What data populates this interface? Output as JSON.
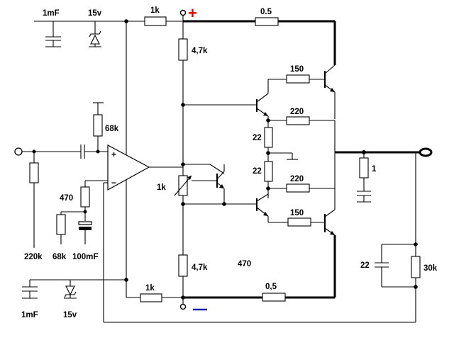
{
  "labels": {
    "cap_1mf_top": "1mF",
    "zener_15v_top": "15v",
    "res_1k_top": "1k",
    "res_05_top": "0.5",
    "res_47k_top": "4,7k",
    "res_150_top": "150",
    "res_220_top": "220",
    "res_22_top": "22",
    "res_22_bot": "22",
    "res_220_bot": "220",
    "res_150_bot": "150",
    "res_68k_fb": "68k",
    "res_470_left": "470",
    "res_1k_pot": "1k",
    "res_220k": "220k",
    "res_68k_bot": "68k",
    "cap_100mf": "100mF",
    "res_47k_bot": "4,7k",
    "label_470_center": "470",
    "res_1_out": "1",
    "cap_22_out": "22",
    "res_30k": "30k",
    "cap_1mf_bot": "1mF",
    "zener_15v_bot": "15v",
    "res_1k_bot": "1k",
    "res_05_bot": "0,5",
    "plus_sign": "+",
    "minus_sign": "—",
    "opamp_plus": "+",
    "opamp_minus": "−"
  },
  "colors": {
    "plus_sign": "#e00000",
    "minus_sign": "#1a1aa8",
    "wire": "#000000"
  }
}
